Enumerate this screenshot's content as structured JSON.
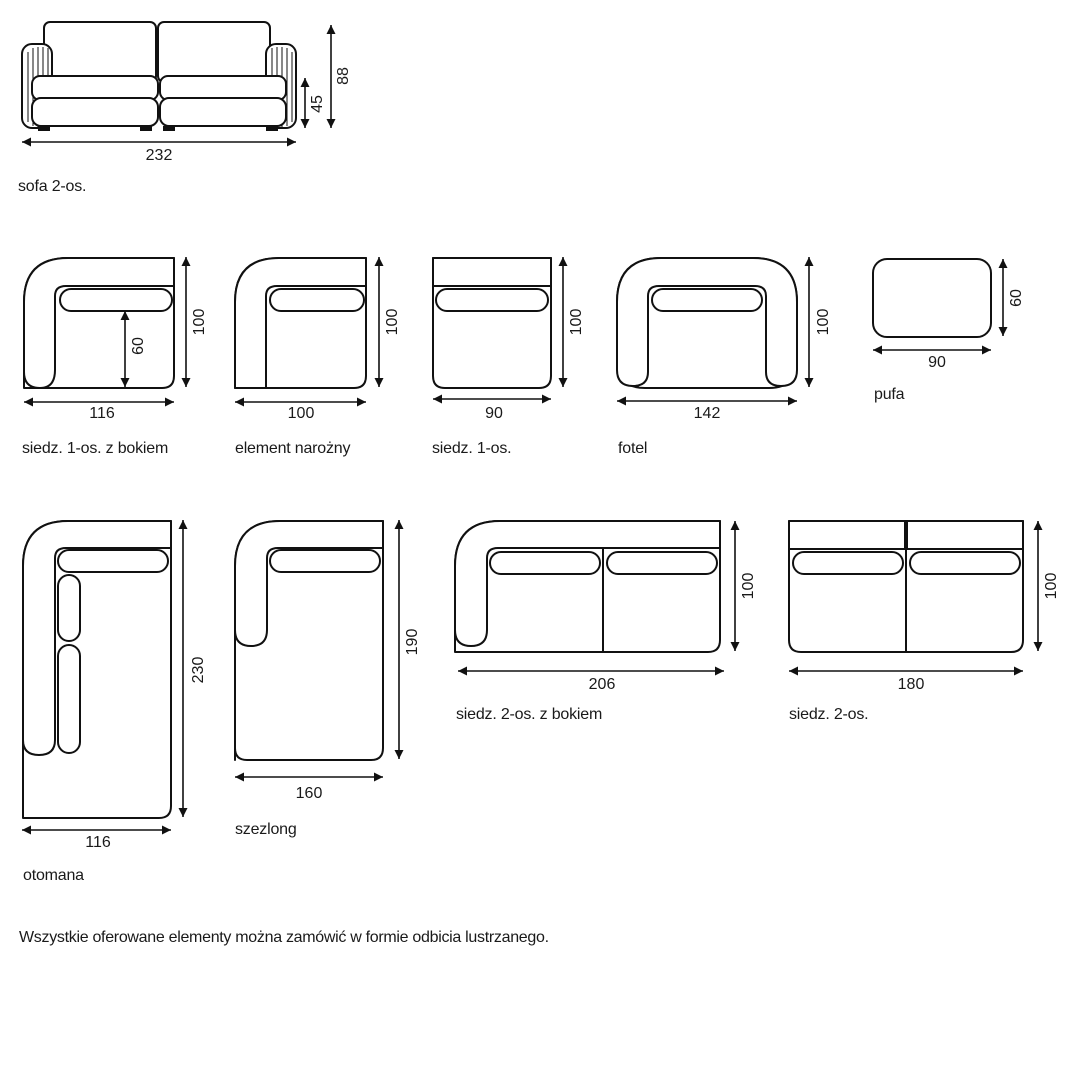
{
  "items": {
    "sofa": {
      "caption": "sofa 2-os.",
      "width": "232",
      "height": "88",
      "seat_height": "45"
    },
    "single_with_arm": {
      "caption": "siedz. 1-os. z bokiem",
      "width": "116",
      "depth": "100",
      "seat_depth": "60"
    },
    "corner": {
      "caption": "element narożny",
      "width": "100",
      "depth": "100"
    },
    "single": {
      "caption": "siedz. 1-os.",
      "width": "90",
      "depth": "100"
    },
    "armchair": {
      "caption": "fotel",
      "width": "142",
      "depth": "100"
    },
    "pouf": {
      "caption": "pufa",
      "width": "90",
      "depth": "60"
    },
    "ottoman": {
      "caption": "otomana",
      "width": "116",
      "depth": "230"
    },
    "chaise": {
      "caption": "szezlong",
      "width": "160",
      "depth": "190"
    },
    "double_with_arm": {
      "caption": "siedz. 2-os.  z bokiem",
      "width": "206",
      "depth": "100"
    },
    "double": {
      "caption": "siedz. 2-os.",
      "width": "180",
      "depth": "100"
    }
  },
  "footnote": "Wszystkie oferowane elementy można zamówić w formie odbicia lustrzanego."
}
